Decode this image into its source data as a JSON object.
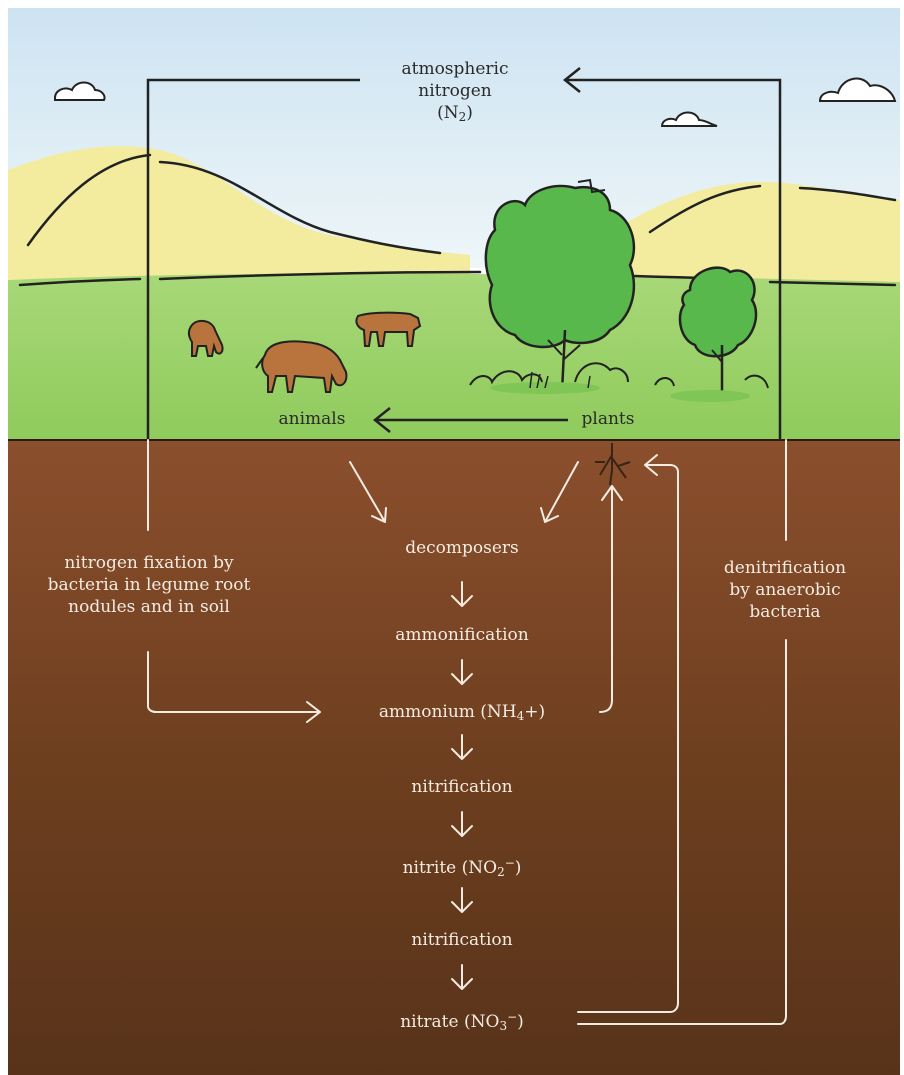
{
  "colors": {
    "sky_top": "#cfe4f3",
    "hills": "#f2ea9e",
    "grass": "#9bd16a",
    "soil_top": "#8a4f2e",
    "soil_bottom": "#5a3518",
    "tree_green": "#5ab84c",
    "cow_brown": "#b8743c",
    "ink": "#222222",
    "arrow_light": "#f4ece2"
  },
  "icons": [
    "cloud-icon",
    "tree-icon",
    "cow-icon",
    "bush-icon",
    "root-icon"
  ],
  "labels": {
    "atmospheric_line1": "atmospheric",
    "atmospheric_line2": "nitrogen",
    "atmospheric_formula_open": "(N",
    "atmospheric_formula_sub": "2",
    "atmospheric_formula_close": ")",
    "animals": "animals",
    "plants": "plants",
    "decomposers": "decomposers",
    "ammonification": "ammonification",
    "ammonium_prefix": "ammonium (NH",
    "ammonium_sub": "4",
    "ammonium_suffix": "+)",
    "nitrification_1": "nitrification",
    "nitrite_prefix": "nitrite (NO",
    "nitrite_sub": "2",
    "nitrite_sup": "−",
    "nitrite_suffix": ")",
    "nitrification_2": "nitrification",
    "nitrate_prefix": "nitrate (NO",
    "nitrate_sub": "3",
    "nitrate_sup": "−",
    "nitrate_suffix": ")",
    "fixation_line1": "nitrogen fixation by",
    "fixation_line2": "bacteria in legume root",
    "fixation_line3": "nodules and in soil",
    "denitrification_line1": "denitrification",
    "denitrification_line2": "by anaerobic",
    "denitrification_line3": "bacteria"
  }
}
